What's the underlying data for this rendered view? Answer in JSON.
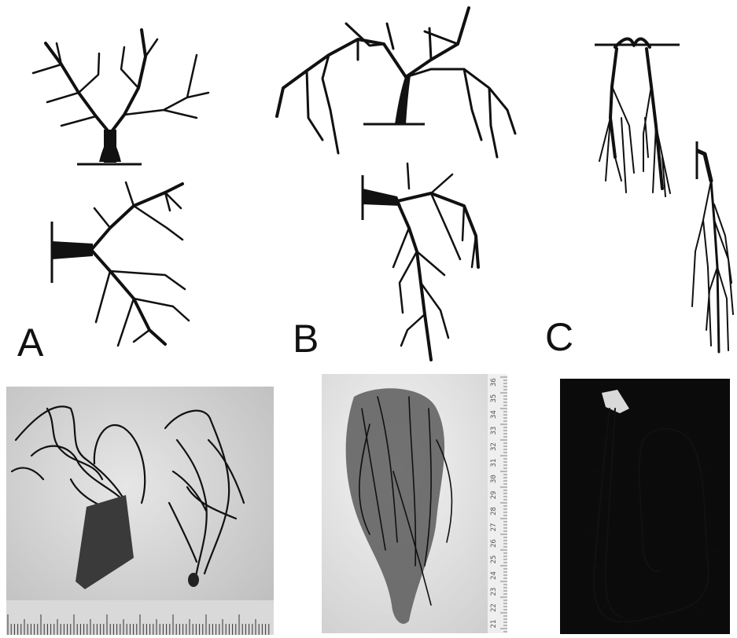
{
  "panels": [
    {
      "label": "A"
    },
    {
      "label": "B"
    },
    {
      "label": "C"
    }
  ],
  "ruler_numbers": [
    "36",
    "35",
    "34",
    "33",
    "32",
    "31",
    "30",
    "29",
    "28",
    "27",
    "26",
    "25",
    "24",
    "23",
    "22",
    "21"
  ],
  "colors": {
    "ink": "#111111",
    "photo_a_bg": "#cfcfcf",
    "photo_b_bg": "#e4e4e4",
    "photo_c_bg": "#0b0b0b",
    "root_white": "#e8e8e8"
  }
}
